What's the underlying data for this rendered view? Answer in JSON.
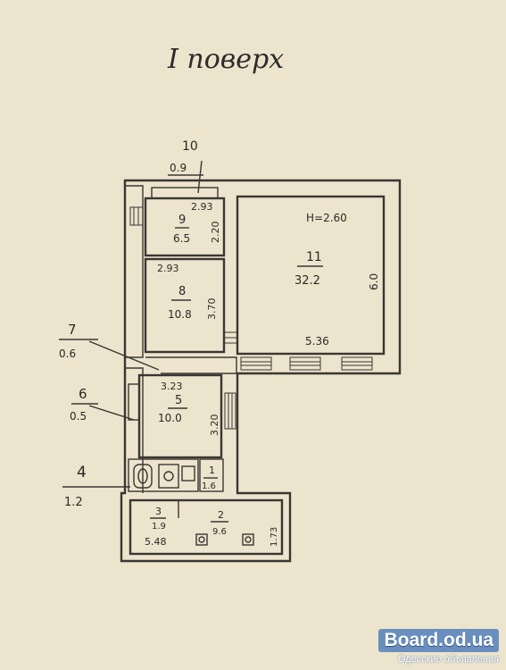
{
  "title": "I поверх",
  "rooms": [
    {
      "number": "1",
      "area": "1.6"
    },
    {
      "number": "2",
      "area": "9.6"
    },
    {
      "number": "3",
      "area": "1.9"
    },
    {
      "number": "4",
      "area": "1.2"
    },
    {
      "number": "5",
      "area": "10.0"
    },
    {
      "number": "6",
      "area": "0.5"
    },
    {
      "number": "7",
      "area": "0.6"
    },
    {
      "number": "8",
      "area": "10.8"
    },
    {
      "number": "9",
      "area": "6.5"
    },
    {
      "number": "10",
      "area": "0.9"
    },
    {
      "number": "11",
      "area": "32.2"
    }
  ],
  "dimensions": {
    "room9_width": "2.93",
    "room9_height": "2.20",
    "room8_width": "2.93",
    "room8_height": "3.70",
    "room11_height_label": "H=2.60",
    "room11_width": "5.36",
    "room11_depth": "6.0",
    "room5_width": "3.23",
    "room5_height": "3.20",
    "room2_width": "5.48",
    "room2_depth": "1.73"
  },
  "watermark": {
    "site": "Board.od.ua",
    "subtitle": "Одесские объявления"
  }
}
